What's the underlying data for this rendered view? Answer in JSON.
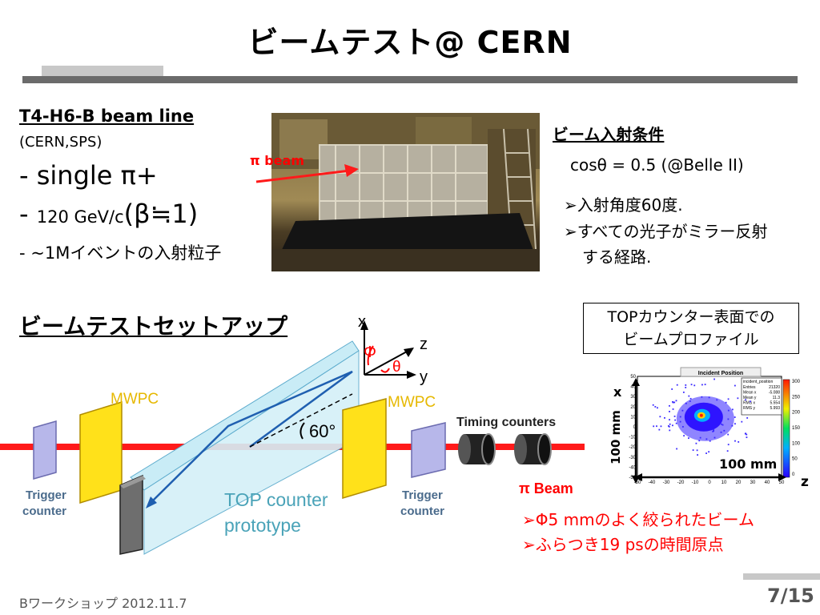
{
  "slide": {
    "title": "ビームテスト@ CERN",
    "page_number": "7/15",
    "footer": "Bワークショップ 2012.11.7"
  },
  "beamline": {
    "title": "T4-H6-B beam line",
    "subtitle": "(CERN,SPS)",
    "item1": "- single π+",
    "item2_prefix": "- ",
    "item2_small": "120 GeV/c",
    "item2_big": "(β≒1)",
    "item3": "-  ~1Mイベントの入射粒子"
  },
  "photo": {
    "beam_label": "π  beam"
  },
  "conditions": {
    "title": "ビーム入射条件",
    "cos": "cosθ = 0.5 (@Belle II)",
    "bullet1": "➢入射角度60度.",
    "bullet2_line1": "➢すべての光子がミラー反射",
    "bullet2_line2": "する経路."
  },
  "setup": {
    "title": "ビームテストセットアップ",
    "mwpc_left": "MWPC",
    "mwpc_right": "MWPC",
    "timing": "Timing counters",
    "trigger_left_1": "Trigger",
    "trigger_left_2": "counter",
    "trigger_right_1": "Trigger",
    "trigger_right_2": "counter",
    "top_1": "TOP counter",
    "top_2": "prototype",
    "angle": "60°",
    "pi_beam": "π Beam",
    "axis_x": "x",
    "axis_y": "y",
    "axis_z": "z",
    "phi": "Φ",
    "theta": "θ"
  },
  "profile": {
    "box_line1": "TOPカウンター表面での",
    "box_line2": "ビームプロファイル",
    "hist_title": "Incident Position",
    "stats_name": "incident_position",
    "stats": [
      {
        "k": "Entries",
        "v": "21320"
      },
      {
        "k": "Mean x",
        "v": "-5.088"
      },
      {
        "k": "Mean y",
        "v": "11.3"
      },
      {
        "k": "RMS x",
        "v": "5.554"
      },
      {
        "k": "RMS y",
        "v": "5.993"
      }
    ],
    "x_ticks": [
      "-50",
      "-40",
      "-30",
      "-20",
      "-10",
      "0",
      "10",
      "20",
      "30",
      "40",
      "50"
    ],
    "y_ticks": [
      "50",
      "40",
      "30",
      "20",
      "10",
      "0",
      "-10",
      "-20",
      "-30",
      "-40",
      "-50"
    ],
    "z_ticks": [
      "300",
      "250",
      "200",
      "150",
      "100",
      "50",
      "0"
    ],
    "dim_y": "100 mm",
    "dim_x": "100 mm",
    "label_x": "x",
    "label_z": "z"
  },
  "results": {
    "line1": "➢Φ5 mmのよく絞られたビーム",
    "line2": "➢ふらつき19 psの時間原点"
  }
}
